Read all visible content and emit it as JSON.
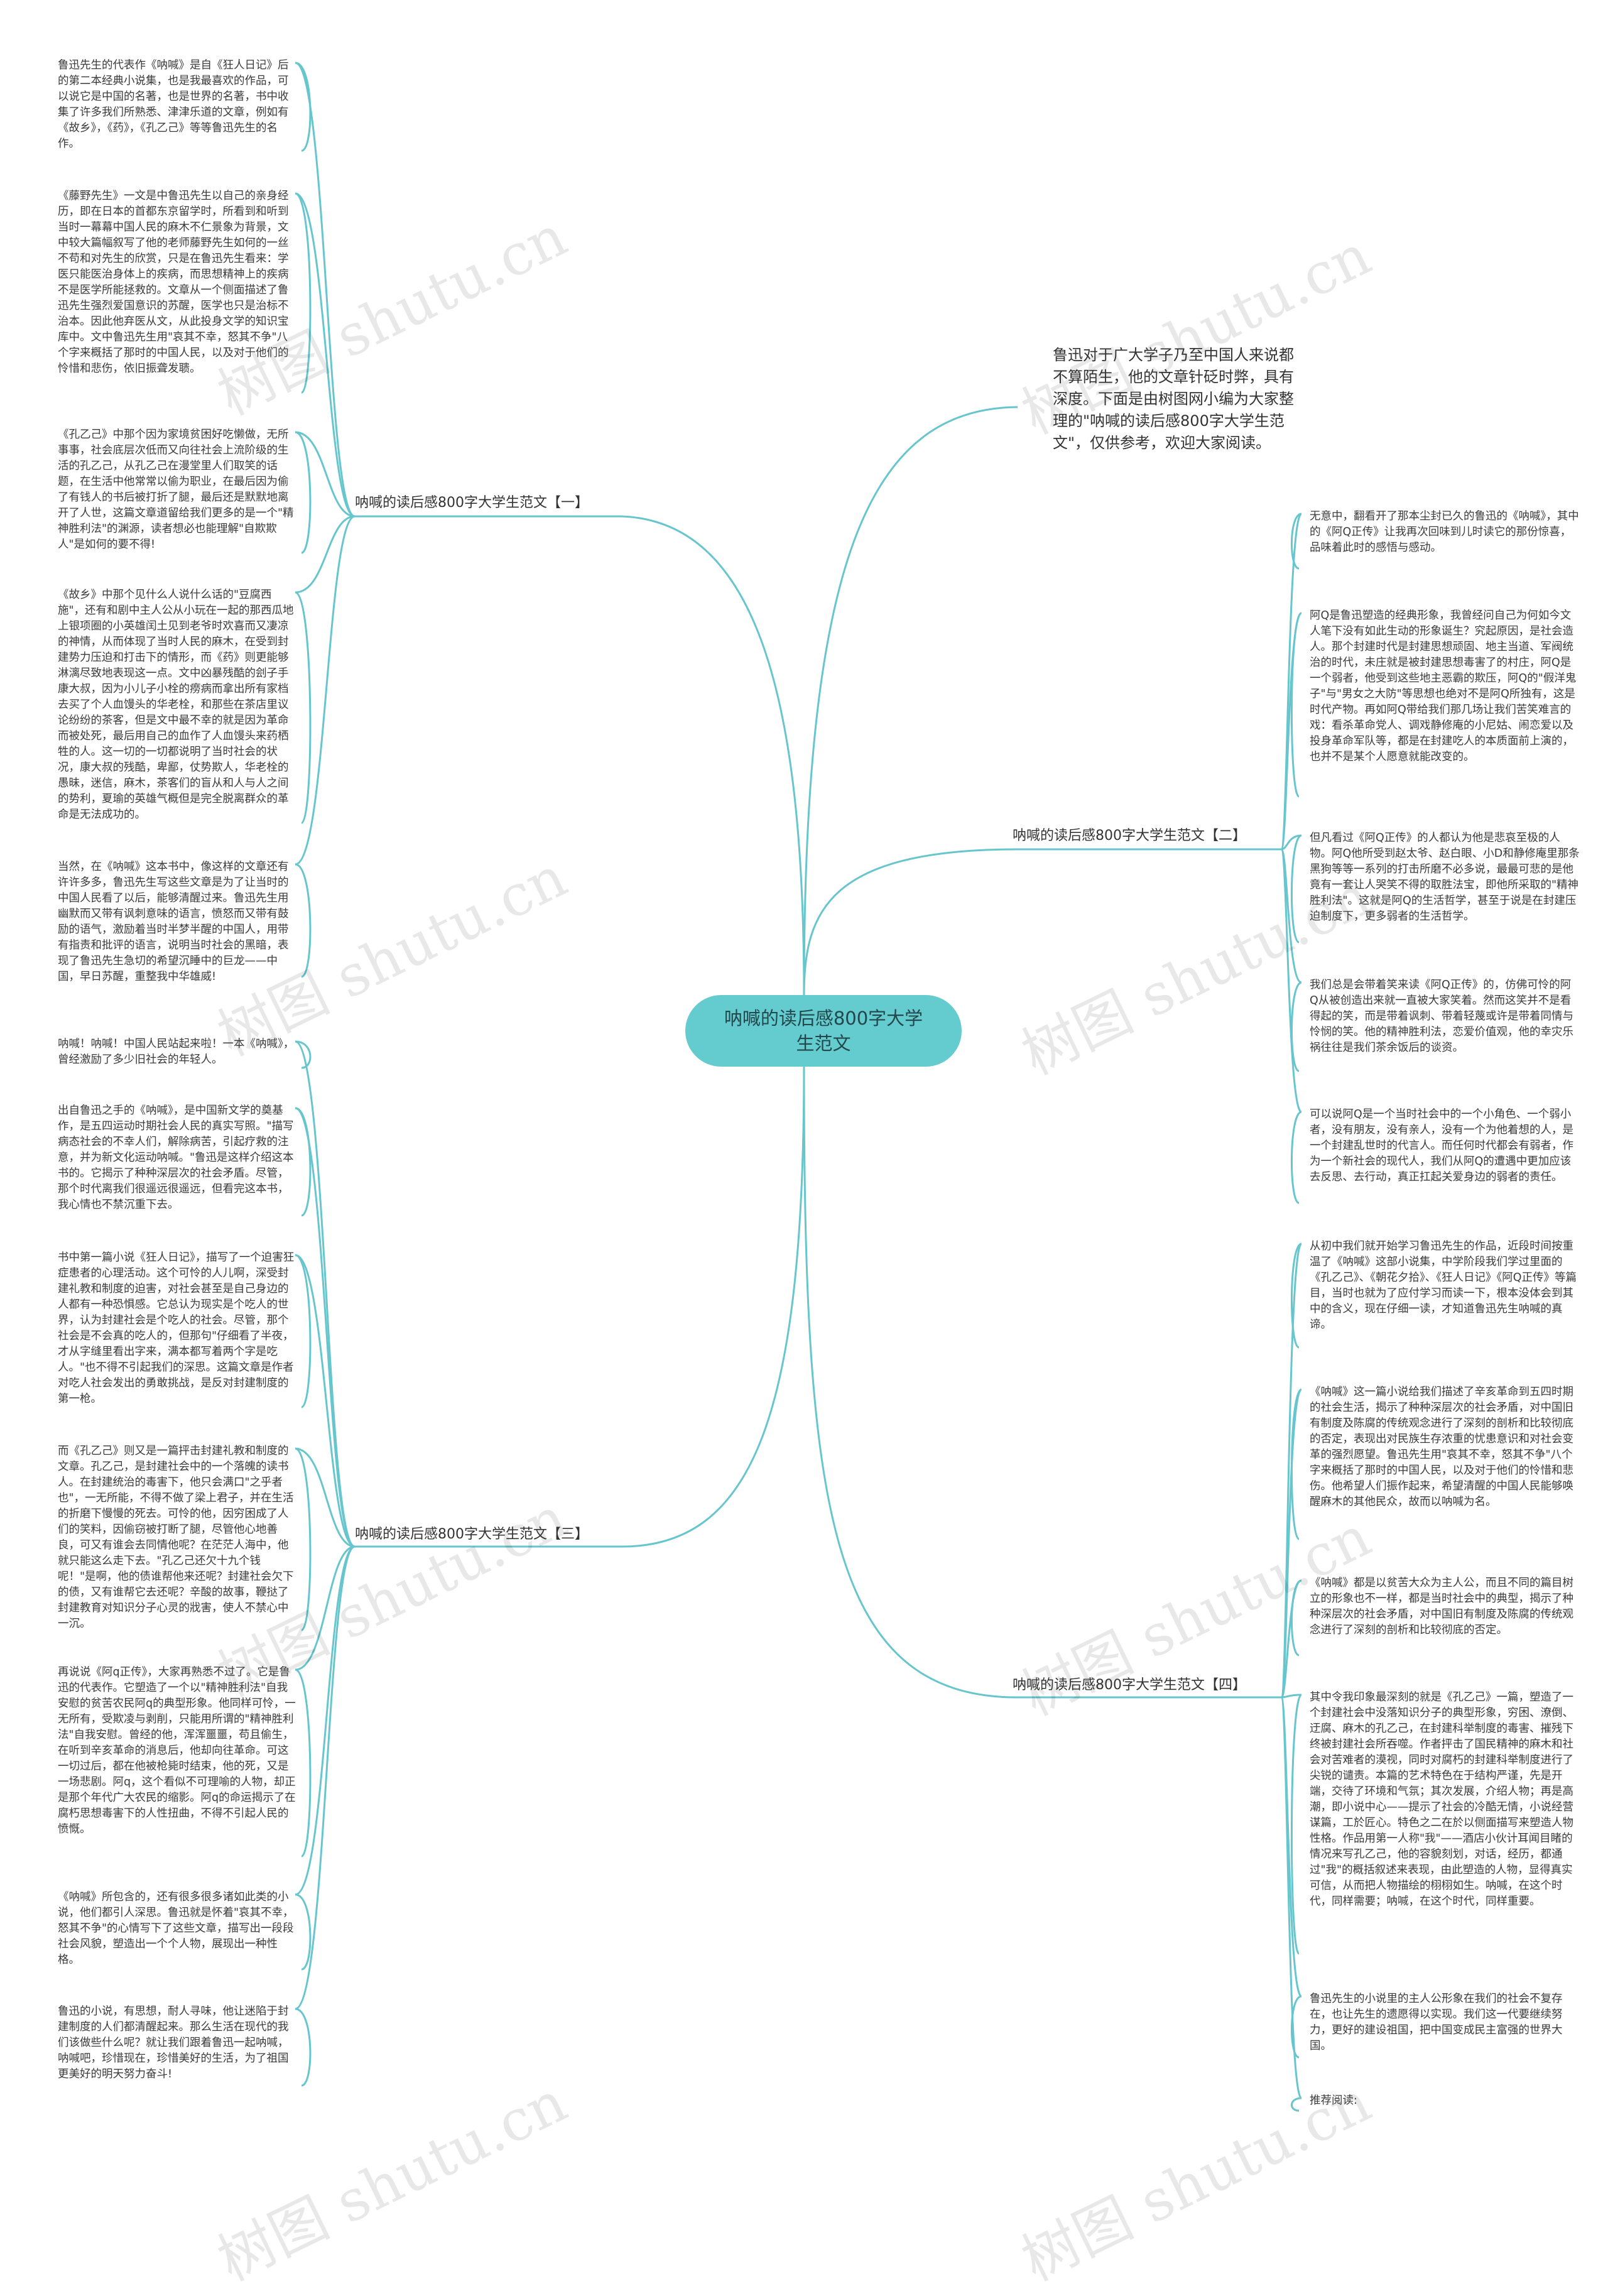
{
  "central": "呐喊的读后感800字大学生范文",
  "intro": "鲁迅对于广大学子乃至中国人来说都不算陌生，他的文章针砭时弊，具有深度。下面是由树图网小编为大家整理的\"呐喊的读后感800字大学生范文\"，仅供参考，欢迎大家阅读。",
  "branches": [
    {
      "label": "呐喊的读后感800字大学生范文【一】",
      "leaves": [
        "鲁迅先生的代表作《呐喊》是自《狂人日记》后的第二本经典小说集，也是我最喜欢的作品，可以说它是中国的名著，也是世界的名著，书中收集了许多我们所熟悉、津津乐道的文章，例如有《故乡》，《药》，《孔乙己》等等鲁迅先生的名作。",
        "《藤野先生》一文是中鲁迅先生以自己的亲身经历，即在日本的首都东京留学时，所看到和听到当时一幕幕中国人民的麻木不仁景象为背景，文中较大篇幅叙写了他的老师藤野先生如何的一丝不苟和对先生的欣赏，只是在鲁迅先生看来：学医只能医治身体上的疾病，而思想精神上的疾病不是医学所能拯救的。文章从一个侧面描述了鲁迅先生强烈爱国意识的苏醒，医学也只是治标不治本。因此他弃医从文，从此投身文学的知识宝库中。文中鲁迅先生用\"哀其不幸，怒其不争\"八个字来概括了那时的中国人民，以及对于他们的怜惜和悲伤，依旧振聋发聩。",
        "《孔乙己》中那个因为家境贫困好吃懒做，无所事事，社会底层次低而又向往社会上流阶级的生活的孔乙己，从孔乙己在漫堂里人们取笑的话题，在生活中他常常以偷为职业，在最后因为偷了有钱人的书后被打折了腿，最后还是默默地离开了人世，这篇文章道留给我们更多的是一个\"精神胜利法\"的渊源，读者想必也能理解\"自欺欺人\"是如何的要不得!",
        "《故乡》中那个见什么人说什么话的\"豆腐西施\"，还有和剧中主人公从小玩在一起的那西瓜地上银项圈的小英雄闰土见到老爷时欢喜而又凄凉的神情，从而体现了当时人民的麻木，在受到封建势力压迫和打击下的情形，而《药》则更能够淋漓尽致地表现这一点。文中凶暴残酷的刽子手康大叔，因为小儿子小栓的痨病而拿出所有家档去买了个人血馒头的华老栓，和那些在茶店里议论纷纷的茶客，但是文中最不幸的就是因为革命而被处死，最后用自己的血作了人血馒头来药栖牲的人。这一切的一切都说明了当时社会的状况，康大叔的残酷，卑鄙，仗势欺人，华老栓的愚昧，迷信，麻木，茶客们的盲从和人与人之间的势利，夏瑜的英雄气概但是完全脱离群众的革命是无法成功的。",
        "当然，在《呐喊》这本书中，像这样的文章还有许许多多，鲁迅先生写这些文章是为了让当时的中国人民看了以后，能够清醒过来。鲁迅先生用幽默而又带有讽刺意味的语言，愤怒而又带有鼓励的语气，激励着当时半梦半醒的中国人，用带有指责和批评的语言，说明当时社会的黑暗，表现了鲁迅先生急切的希望沉睡中的巨龙——中国，早日苏醒，重整我中华雄威!"
      ]
    },
    {
      "label": "呐喊的读后感800字大学生范文【二】",
      "leaves": [
        "无意中，翻看开了那本尘封已久的鲁迅的《呐喊》，其中的《阿Q正传》让我再次回味到儿时读它的那份惊喜，品味着此时的感悟与感动。",
        "阿Q是鲁迅塑造的经典形象，我曾经问自己为何如今文人笔下没有如此生动的形象诞生？究起原因，是社会造人。那个封建时代是封建思想顽固、地主当道、军阀统治的时代，未庄就是被封建思想毒害了的村庄，阿Q是一个弱者，他受到这些地主恶霸的欺压，阿Q的\"假洋鬼子\"与\"男女之大防\"等思想也绝对不是阿Q所独有，这是时代产物。再如阿Q带给我们那几场让我们苦笑难言的戏：看杀革命党人、调戏静修庵的小尼姑、闹恋爱以及投身革命军队等，都是在封建吃人的本质面前上演的，也并不是某个人愿意就能改变的。",
        "但凡看过《阿Q正传》的人都认为他是悲哀至极的人物。阿Q他所受到赵太爷、赵白眼、小D和静修庵里那条黑狗等等一系列的打击所磨不必多说，最最可悲的是他竟有一套让人哭笑不得的取胜法宝，即他所采取的\"精神胜利法\"。这就是阿Q的生活哲学，甚至于说是在封建压迫制度下，更多弱者的生活哲学。",
        "我们总是会带着笑来读《阿Q正传》的，仿佛可怜的阿Q从被创造出来就一直被大家笑着。然而这笑并不是看得起的笑，而是带着讽刺、带着轻蔑或许是带着同情与怜悯的笑。他的精神胜利法，恋爱价值观，他的幸灾乐祸往往是我们茶余饭后的谈资。",
        "可以说阿Q是一个当时社会中的一个小角色、一个弱小者，没有朋友，没有亲人，没有一个为他着想的人，是一个封建乱世时的代言人。而任何时代都会有弱者，作为一个新社会的现代人，我们从阿Q的遭遇中更加应该去反思、去行动，真正扛起关爱身边的弱者的责任。"
      ]
    },
    {
      "label": "呐喊的读后感800字大学生范文【三】",
      "leaves": [
        "呐喊！呐喊！中国人民站起来啦！一本《呐喊》，曾经激励了多少旧社会的年轻人。",
        "出自鲁迅之手的《呐喊》，是中国新文学的奠基作，是五四运动时期社会人民的真实写照。\"描写病态社会的不幸人们，解除病苦，引起疗救的注意，并为新文化运动呐喊。\"鲁迅是这样介绍这本书的。它揭示了种种深层次的社会矛盾。尽管，那个时代离我们很遥远很遥远，但看完这本书，我心情也不禁沉重下去。",
        "书中第一篇小说《狂人日记》，描写了一个迫害狂症患者的心理活动。这个可怜的人儿啊，深受封建礼教和制度的迫害，对社会甚至是自己身边的人都有一种恐惧感。它总认为现实是个吃人的世界，认为封建社会是个吃人的社会。尽管，那个社会是不会真的吃人的，但那句\"仔细看了半夜，才从字缝里看出字来，满本都写着两个字是吃人。\"也不得不引起我们的深思。这篇文章是作者对吃人社会发出的勇敢挑战，是反对封建制度的第一枪。",
        "而《孔乙己》则又是一篇抨击封建礼教和制度的文章。孔乙己，是封建社会中的一个落魄的读书人。在封建统治的毒害下，他只会满口\"之乎者也\"，一无所能，不得不做了梁上君子，并在生活的折磨下慢慢的死去。可怜的他，因穷困成了人们的笑料，因偷窃被打断了腿，尽管他心地善良，可又有谁会去同情他呢？在茫茫人海中，他就只能这么走下去。\"孔乙己还欠十九个钱呢！\"是啊，他的债谁帮他来还呢？封建社会欠下的债，又有谁帮它去还呢？辛酸的故事，鞭挞了封建教育对知识分子心灵的戕害，使人不禁心中一沉。",
        "再说说《阿q正传》，大家再熟悉不过了。它是鲁迅的代表作。它塑造了一个以\"精神胜利法\"自我安慰的贫苦农民阿q的典型形象。他同样可怜，一无所有，受欺凌与剥削，只能用所谓的\"精神胜利法\"自我安慰。曾经的他，浑浑噩噩，苟且偷生，在听到辛亥革命的消息后，他却向往革命。可这一切过后，都在他被枪毙时结束，他的死，又是一场悲剧。阿q，这个看似不可理喻的人物，却正是那个年代广大农民的缩影。阿q的命运揭示了在腐朽思想毒害下的人性扭曲，不得不引起人民的愤慨。",
        "《呐喊》所包含的，还有很多很多诸如此类的小说，他们都引人深思。鲁迅就是怀着\"哀其不幸，怒其不争\"的心情写下了这些文章，描写出一段段社会风貌，塑造出一个个人物，展现出一种性格。",
        "鲁迅的小说，有思想，耐人寻味，他让迷陷于封建制度的人们都清醒起来。那么生活在现代的我们该做些什么呢？就让我们跟着鲁迅一起呐喊，呐喊吧，珍惜现在，珍惜美好的生活，为了祖国更美好的明天努力奋斗!"
      ]
    },
    {
      "label": "呐喊的读后感800字大学生范文【四】",
      "leaves": [
        "从初中我们就开始学习鲁迅先生的作品，近段时间按重温了《呐喊》这部小说集，中学阶段我们学过里面的《孔乙己》、《朝花夕拾》、《狂人日记》《阿Q正传》等篇目，当时也就为了应付学习而读一下，根本没体会到其中的含义，现在仔细一读，才知道鲁迅先生呐喊的真谛。",
        "《呐喊》这一篇小说给我们描述了辛亥革命到五四时期的社会生活，揭示了种种深层次的社会矛盾，对中国旧有制度及陈腐的传统观念进行了深刻的剖析和比较彻底的否定，表现出对民族生存浓重的忧患意识和对社会变革的强烈愿望。鲁迅先生用\"哀其不幸，怒其不争\"八个字来概括了那时的中国人民，以及对于他们的怜惜和悲伤。他希望人们振作起来，希望清醒的中国人民能够唤醒麻木的其他民众，故而以呐喊为名。",
        "《呐喊》都是以贫苦大众为主人公，而且不同的篇目树立的形象也不一样，都是当时社会中的典型，揭示了种种深层次的社会矛盾，对中国旧有制度及陈腐的传统观念进行了深刻的剖析和比较彻底的否定。",
        "其中令我印象最深刻的就是《孔乙己》一篇，塑造了一个封建社会中没落知识分子的典型形象，穷困、潦倒、迂腐、麻木的孔乙己，在封建科举制度的毒害、摧残下终被封建社会所吞噬。作者抨击了国民精神的麻木和社会对苦难者的漠视，同时对腐朽的封建科举制度进行了尖锐的谴责。本篇的艺术特色在于结构严谨，先是开端，交待了环境和气氛；其次发展，介绍人物；再是高潮，即小说中心——提示了社会的冷酷无情，小说经营谋篇，工於匠心。特色之二在於以侧面描写来塑造人物性格。作品用第一人称\"我\"——酒店小伙计耳闻目睹的情况来写孔乙己，他的容貌刻划，对话，经历，都通过\"我\"的概括叙述来表现，由此塑造的人物，显得真实可信，从而把人物描绘的栩栩如生。呐喊，在这个时代，同样需要；呐喊，在这个时代，同样重要。",
        "鲁迅先生的小说里的主人公形象在我们的社会不复存在，也让先生的遗愿得以实现。我们这一代要继续努力，更好的建设祖国，把中国变成民主富强的世界大国。",
        "推荐阅读:"
      ]
    }
  ],
  "watermark": "树图 shutu.cn",
  "colors": {
    "line": "#67c6cd",
    "central_fill": "#64cbcf",
    "text": "#333333"
  }
}
